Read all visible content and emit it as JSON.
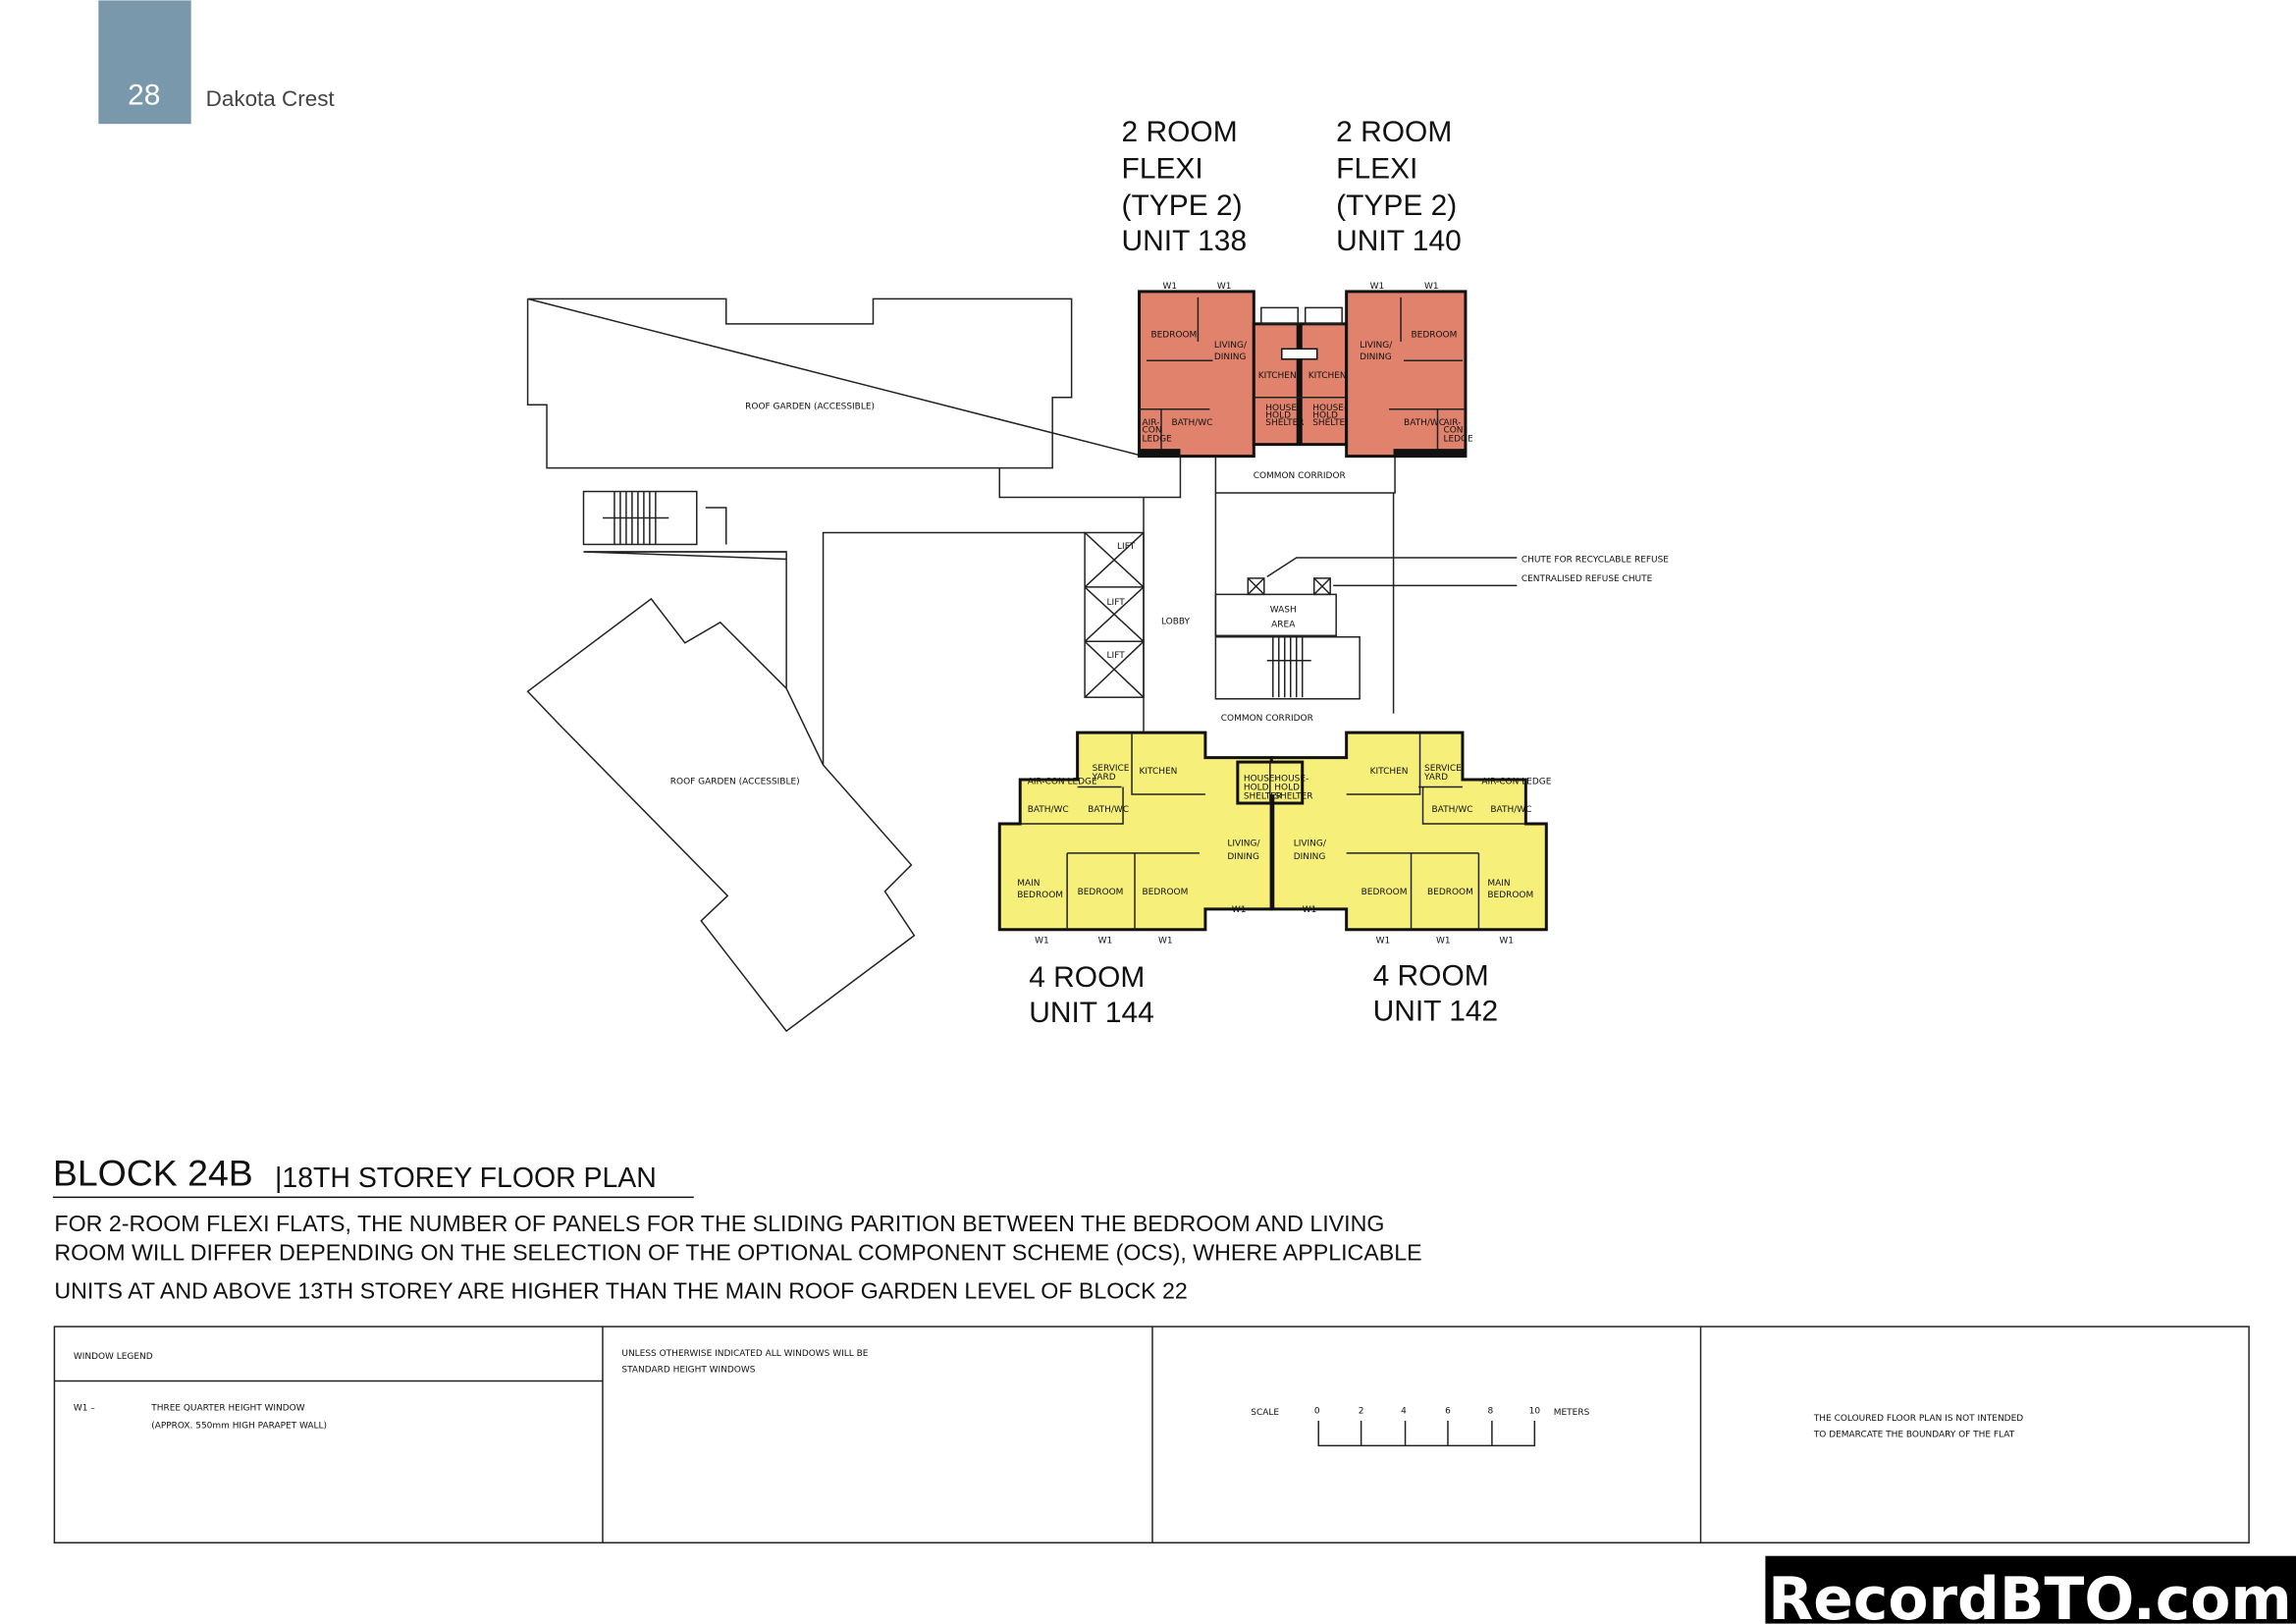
{
  "header": {
    "page_number": "28",
    "project": "Dakota Crest",
    "accent": "#7a98ab"
  },
  "units_top": [
    {
      "lines": [
        "2 ROOM",
        "FLEXI",
        "(TYPE 2)",
        "UNIT 138"
      ]
    },
    {
      "lines": [
        "2 ROOM",
        "FLEXI",
        "(TYPE 2)",
        "UNIT 140"
      ]
    }
  ],
  "units_bottom": [
    {
      "lines": [
        "4 ROOM",
        "UNIT 144"
      ]
    },
    {
      "lines": [
        "4 ROOM",
        "UNIT 142"
      ]
    }
  ],
  "colors": {
    "two_room": "#e0826c",
    "four_room": "#f6f07a"
  },
  "plan_labels": {
    "roof_garden": "ROOF GARDEN (ACCESSIBLE)",
    "lift": "LIFT",
    "lobby": "LOBBY",
    "common_corridor": "COMMON CORRIDOR",
    "wash_area": [
      "WASH",
      "AREA"
    ],
    "chute_recyclable": "CHUTE FOR RECYCLABLE REFUSE",
    "chute_centralised": "CENTRALISED REFUSE CHUTE",
    "window": "W1",
    "bedroom": "BEDROOM",
    "main_bedroom": [
      "MAIN",
      "BEDROOM"
    ],
    "living_dining": [
      "LIVING/",
      "DINING"
    ],
    "kitchen": "KITCHEN",
    "household_shelter": [
      "HOUSE-",
      "HOLD",
      "SHELTER"
    ],
    "bath_wc": "BATH/WC",
    "aircon_ledge": [
      "AIR-",
      "CON",
      "LEDGE"
    ],
    "aircon_ledge_inline": "AIR-CON LEDGE",
    "service_yard": [
      "SERVICE",
      "YARD"
    ]
  },
  "title": {
    "block": "BLOCK 24B",
    "storey": "|18TH STOREY FLOOR PLAN"
  },
  "notes": [
    "FOR 2-ROOM FLEXI FLATS, THE NUMBER OF PANELS FOR THE SLIDING PARITION BETWEEN THE BEDROOM AND LIVING",
    "ROOM WILL DIFFER DEPENDING ON THE SELECTION OF THE OPTIONAL COMPONENT SCHEME (OCS), WHERE APPLICABLE",
    "UNITS AT AND ABOVE 13TH STOREY ARE HIGHER THAN THE MAIN ROOF GARDEN LEVEL OF BLOCK 22"
  ],
  "legend": {
    "title": "WINDOW LEGEND",
    "code": "W1 –",
    "desc": [
      "THREE QUARTER HEIGHT WINDOW",
      "(APPROX. 550mm HIGH PARAPET WALL)"
    ],
    "standard_note": [
      "UNLESS OTHERWISE INDICATED ALL WINDOWS WILL BE",
      "STANDARD HEIGHT WINDOWS"
    ],
    "scale_label": "SCALE",
    "scale_ticks": [
      "0",
      "2",
      "4",
      "6",
      "8",
      "10"
    ],
    "scale_unit": "METERS",
    "disclaimer": [
      "THE COLOURED FLOOR PLAN IS NOT INTENDED",
      "TO DEMARCATE THE BOUNDARY OF THE FLAT"
    ]
  },
  "watermark": "RecordBTO.com"
}
